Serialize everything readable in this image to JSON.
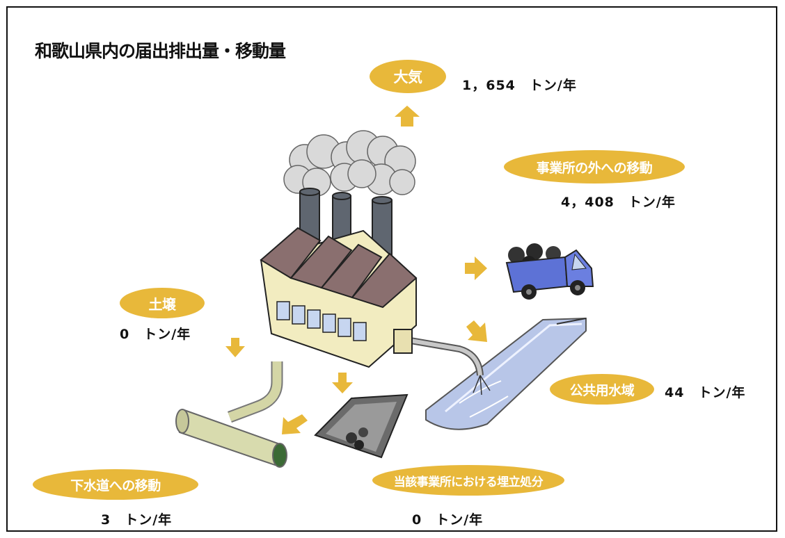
{
  "title": "和歌山県内の届出排出量・移動量",
  "colors": {
    "label_fill": "#e8b83a",
    "arrow": "#e8b83a",
    "label_text": "#ffffff"
  },
  "flows": {
    "air": {
      "label": "大気",
      "amount": "1，654　トン/年"
    },
    "offsite_transfer": {
      "label": "事業所の外への移動",
      "amount": "4，408　トン/年"
    },
    "soil": {
      "label": "土壌",
      "amount": "0　トン/年"
    },
    "public_water": {
      "label": "公共用水域",
      "amount": "44　トン/年"
    },
    "sewer": {
      "label": "下水道への移動",
      "amount": "3　トン/年"
    },
    "landfill": {
      "label": "当該事業所における埋立処分",
      "amount": "0　トン/年"
    }
  },
  "icons": [
    "factory-icon",
    "smokestack-icon",
    "smoke-icon",
    "truck-icon",
    "river-icon",
    "sewer-pipe-icon",
    "landfill-pit-icon",
    "arrow-icon"
  ]
}
